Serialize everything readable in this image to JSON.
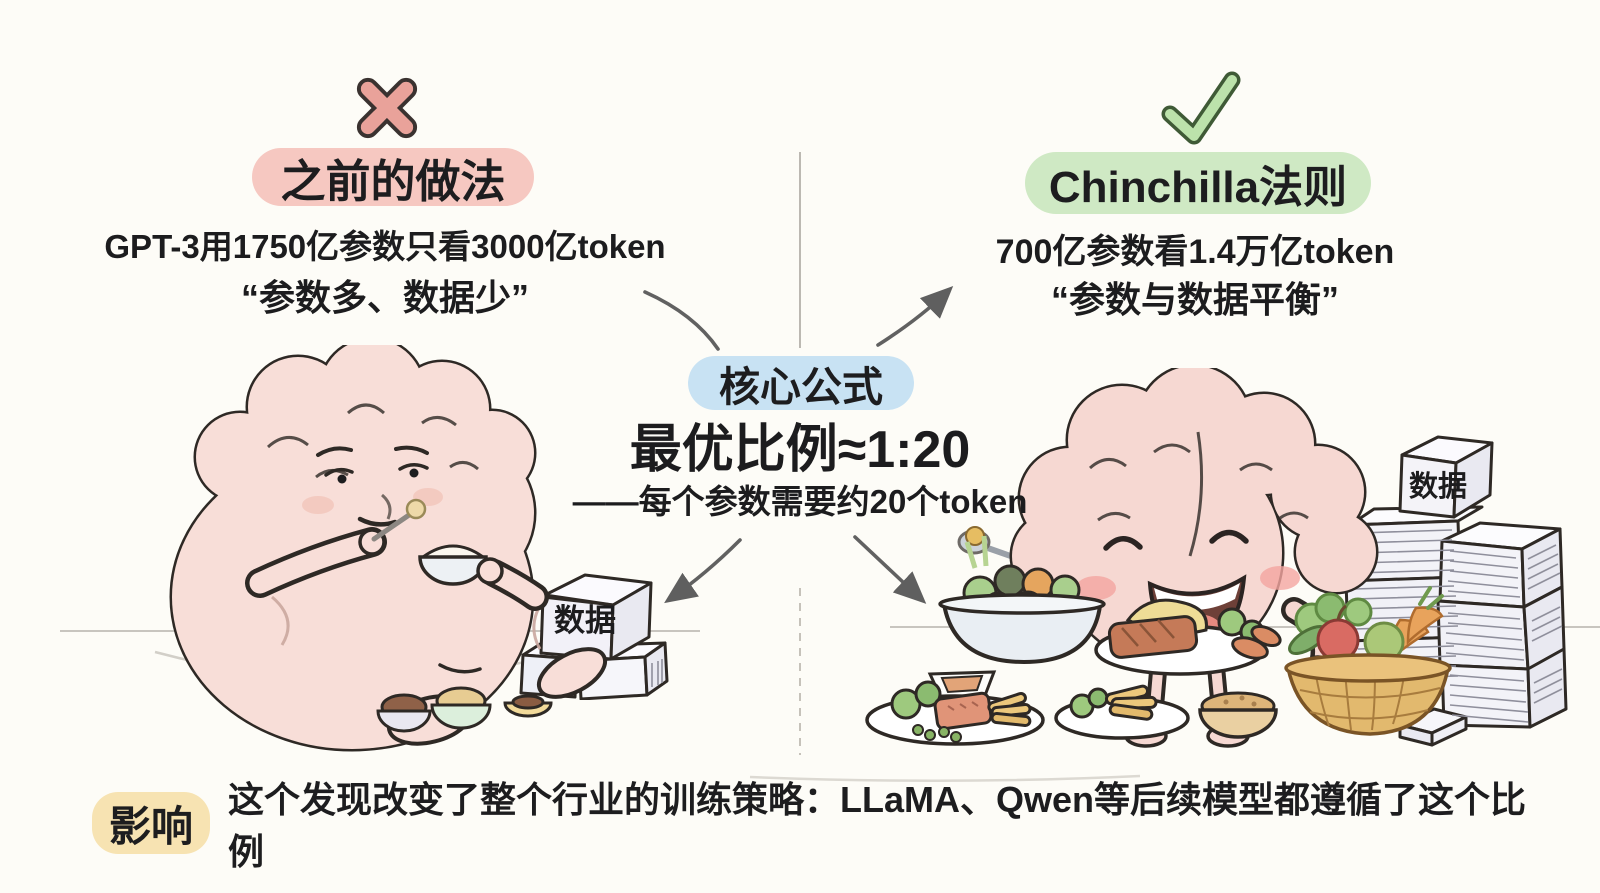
{
  "page": {
    "background_color": "#fdfcf7",
    "text_color": "#1d1d1f"
  },
  "left_panel": {
    "verdict_icon": "x-mark-icon",
    "title": "之前的做法",
    "line1": "GPT-3用1750亿参数只看3000亿token",
    "line2": "“参数多、数据少”",
    "data_stack_label": "数据",
    "illustration": "sad-overweight-brain-eating-small-bowl",
    "title_bg": "#f6c8c1",
    "x_mark_fill": "#e9a29a"
  },
  "right_panel": {
    "verdict_icon": "check-mark-icon",
    "title": "Chinchilla法则",
    "line1": "700亿参数看1.4万亿token",
    "line2": "“参数与数据平衡”",
    "data_stack_label": "数据",
    "illustration": "happy-brain-eating-balanced-meal",
    "title_bg": "#cfe9c4",
    "check_mark_fill": "#bce2ab"
  },
  "center": {
    "pill": "核心公式",
    "formula": "最优比例≈1:20",
    "note": "——每个参数需要约20个token",
    "pill_bg": "#c8e2f3"
  },
  "footer": {
    "label": "影响",
    "label_bg": "#f7e3b2",
    "text": "这个发现改变了整个行业的训练策略：LLaMA、Qwen等后续模型都遵循了这个比例"
  },
  "colors": {
    "arrow": "#5f5f5f",
    "ground_line": "#c8c5bf",
    "brain_skin": "#f8ded8",
    "data_cube": "#f2f1f6"
  }
}
